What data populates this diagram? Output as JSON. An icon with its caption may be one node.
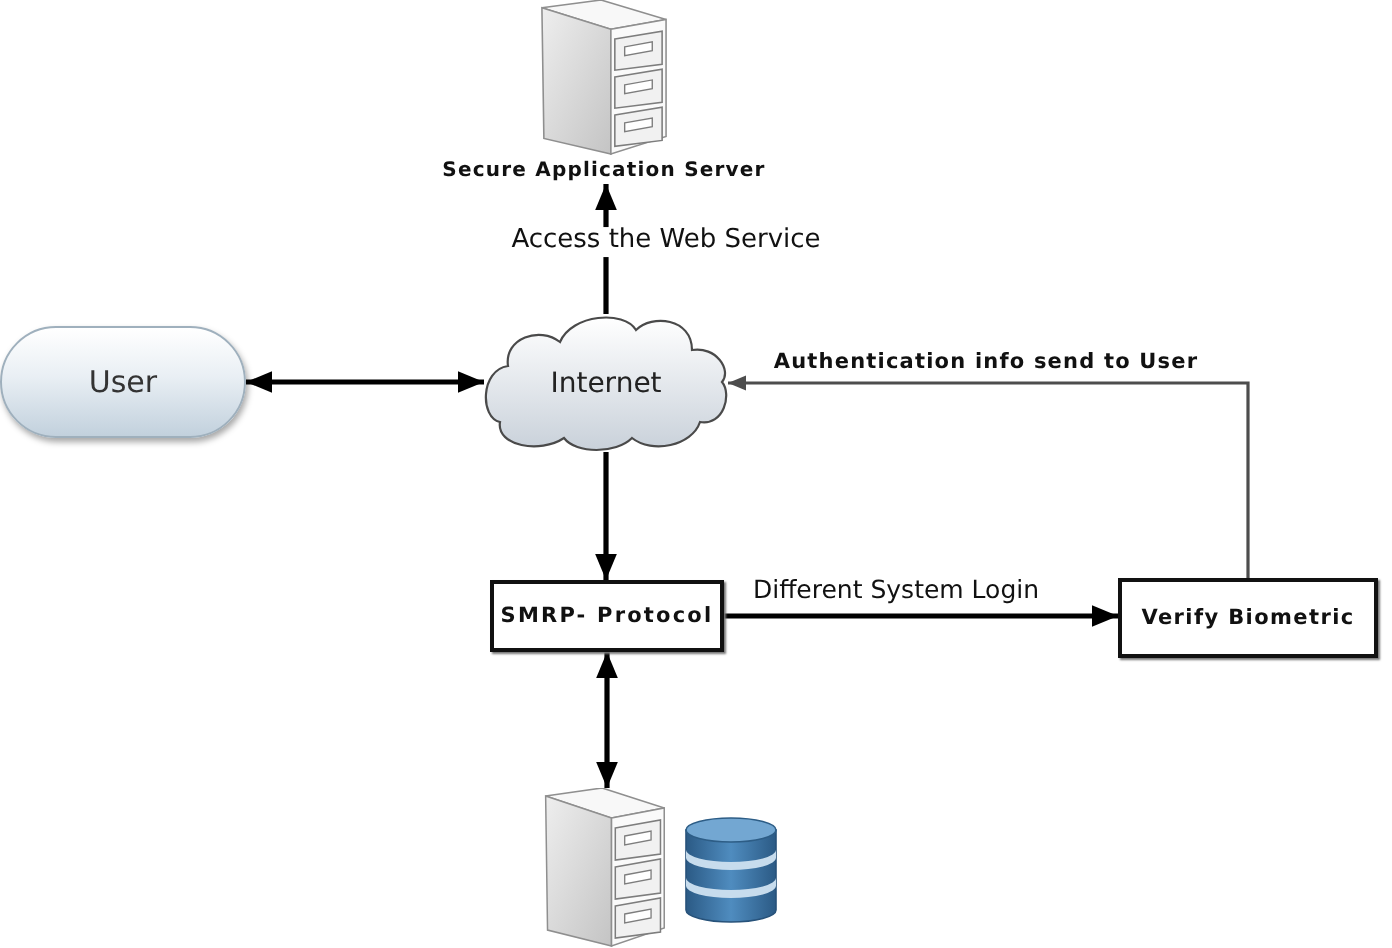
{
  "diagram": {
    "nodes": [
      {
        "text": [
          "Secure Application Server"
        ]
      },
      {
        "text": [
          "User"
        ]
      },
      {
        "text": [
          "Internet"
        ]
      },
      {
        "text": [
          "SMRP- Protocol"
        ]
      },
      {
        "text": [
          "Verify Biometric"
        ]
      },
      {
        "text": [],
        "shape": "picture"
      }
    ],
    "edges": [
      {
        "from": 2,
        "to": 0,
        "arrow": "to",
        "label": "Access the Web Service"
      },
      {
        "from": 1,
        "to": 2,
        "arrow": "both"
      },
      {
        "from": 2,
        "to": 3,
        "arrow": "to"
      },
      {
        "from": 3,
        "to": 4,
        "arrow": "to",
        "label": "Different System Login"
      },
      {
        "from": 4,
        "to": 2,
        "arrow": "to",
        "label": "Authentication info send to User",
        "color": "#4d4d4d"
      },
      {
        "from": 3,
        "to": 5,
        "arrow": "both"
      }
    ]
  }
}
